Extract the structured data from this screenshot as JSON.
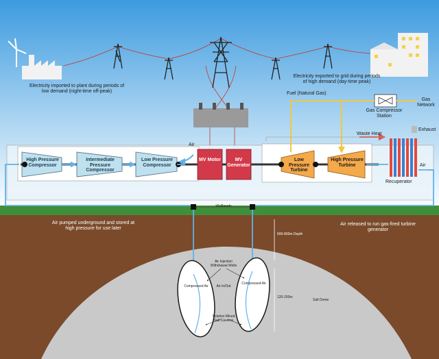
{
  "labels": {
    "import_text": "Electricity imported to plant during periods of low demand (night-time off-peak)",
    "export_text": "Electricity exported to grid during periods of high demand (day-time peak)",
    "fuel": "Fuel (Natural Gas)",
    "gas_network": "Gas Network",
    "gas_compressor_station": "Gas Compressor Station",
    "exhaust": "Exhaust",
    "waste_heat": "Waste Heat",
    "air_top": "Air",
    "air_right": "Air",
    "recuperator": "Recuperator",
    "wellheads": "Wellheads",
    "pumped_text": "Air pumped underground and stored at high pressure for use later",
    "released_text": "Air released to run gas-fired turbine generator",
    "depth_upper": "600-800m Depth",
    "depth_lower": "120-200m",
    "salt_dome": "Salt Dome",
    "injection_wells": "Air Injection Withdrawal Wells",
    "air_in_out": "Air In/Out",
    "compressed_air_left": "Compressed Air",
    "compressed_air_right": "Compressed Air",
    "caverns": "Solution Mined Salt Caverns"
  },
  "components": {
    "hp_compressor": "High Pressure Compressor",
    "ip_compressor": "Intermediate Pressure Compressor",
    "lp_compressor": "Low Pressure Compressor",
    "mv_motor": "MV Motor",
    "mv_generator": "MV Generator",
    "lp_turbine": "Low Pressure Turbine",
    "hp_turbine": "High Pressure Turbine"
  },
  "colors": {
    "sky_top": "#3d9be0",
    "sky_bottom": "#ffffff",
    "grass": "#3f8f3a",
    "soil": "#7a4a2a",
    "salt_dome": "#c9c9c9",
    "compressor": "#bfe0ee",
    "turbine": "#f4a94a",
    "motor_generator": "#d23a4a",
    "air_line": "#5fb2e8",
    "fuel_line": "#f5c542",
    "exhaust_red": "#e24a3c"
  }
}
